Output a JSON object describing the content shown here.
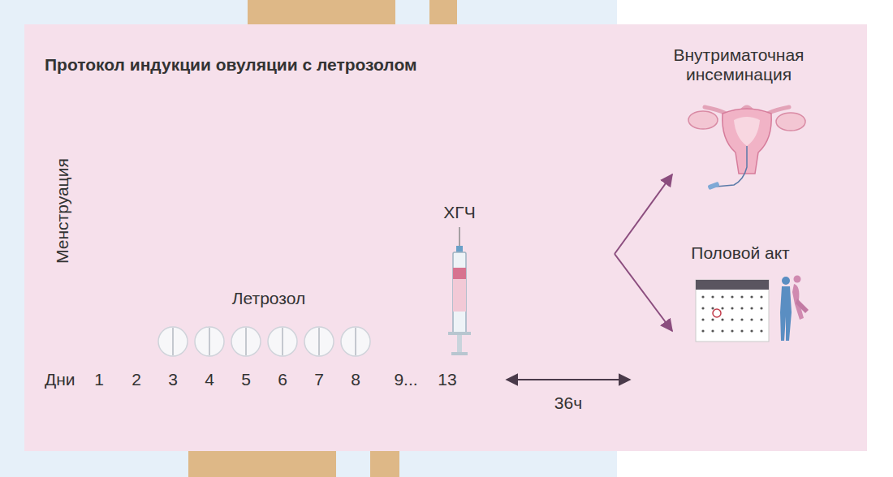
{
  "diagram": {
    "title": "Протокол индукции овуляции с летрозолом",
    "labels": [
      "Внутриматочная инсеминация",
      "Менструация",
      "ХГЧ",
      "Летрозол",
      "Половой акт",
      "Дни",
      "1",
      "2",
      "3",
      "4",
      "5",
      "6",
      "7",
      "8",
      "9...",
      "13",
      "36ч"
    ]
  }
}
